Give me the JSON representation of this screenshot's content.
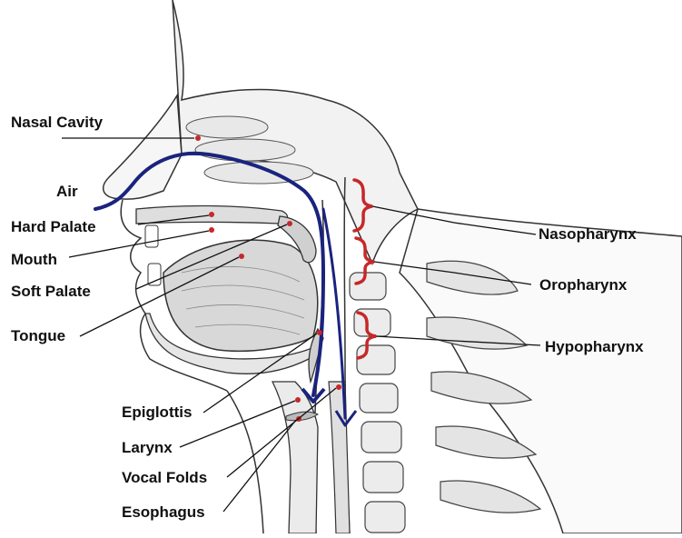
{
  "diagram": {
    "colors": {
      "airflow": "#1a237e",
      "bracket": "#c62828",
      "marker": "#c62828",
      "anatomy_stroke": "#333333",
      "bone_fill": "#f4f4f4",
      "leader": "#111111"
    },
    "labels_left": {
      "nasal_cavity": "Nasal Cavity",
      "air": "Air",
      "hard_palate": "Hard Palate",
      "mouth": "Mouth",
      "soft_palate": "Soft Palate",
      "tongue": "Tongue",
      "epiglottis": "Epiglottis",
      "larynx": "Larynx",
      "vocal_folds": "Vocal Folds",
      "esophagus": "Esophagus"
    },
    "labels_right": {
      "nasopharynx": "Nasopharynx",
      "oropharynx": "Oropharynx",
      "hypopharynx": "Hypopharynx"
    }
  }
}
